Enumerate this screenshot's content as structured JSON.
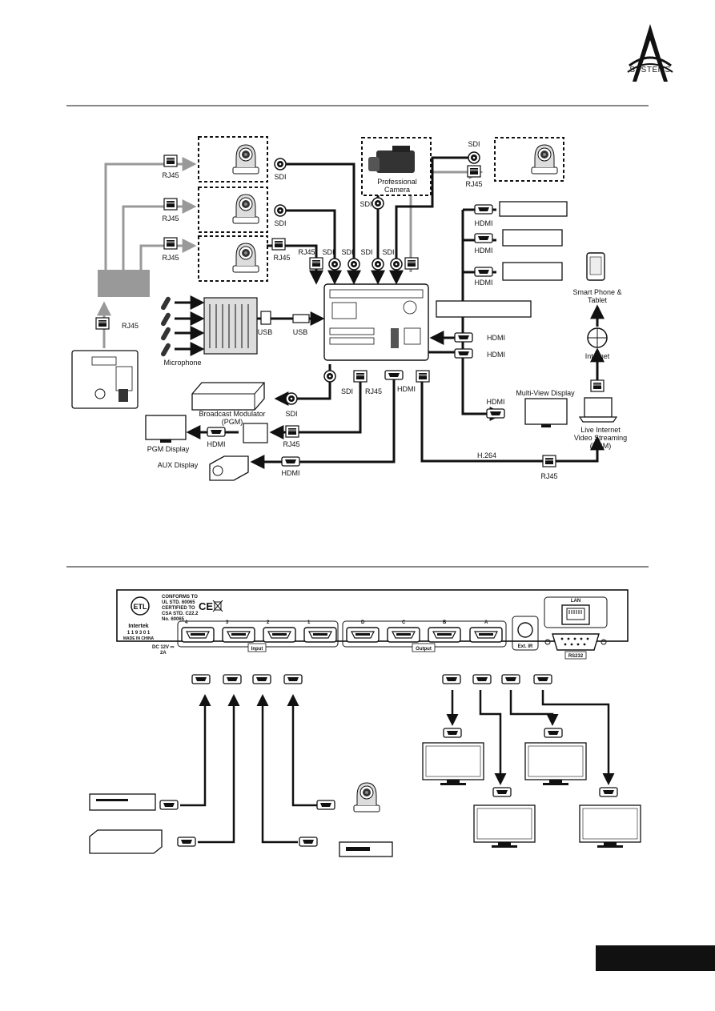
{
  "logo": {
    "text": "SYSTEMS"
  },
  "diagram": {
    "rj45": "RJ45",
    "sdi": "SDI",
    "hdmi": "HDMI",
    "usb": "USB",
    "h264": "H.264",
    "professional_camera": "Professional\nCamera",
    "microphone": "Microphone",
    "broadcast_modulator": "Broadcast Modulator\n(PGM)",
    "pgm_display": "PGM Display",
    "aux_display": "AUX Display",
    "smart_phone": "Smart Phone &\nTablet",
    "internet": "Internet",
    "multiview": "Multi-View Display",
    "live_streaming": "Live Internet\nVideo Streaming\n(PGM)"
  },
  "rear_panel": {
    "cert_lines": [
      "CONFORMS TO",
      "UL STD. 60065",
      "CERTIFIED TO",
      "CSA STD. C22.2",
      "No. 60065"
    ],
    "intertek": "Intertek",
    "intertek_num": "1 1 9 3 0 1",
    "made_in": "MADE IN CHINA",
    "power": "DC 12V ⎓",
    "power_amp": "2A",
    "input_label": "Input",
    "output_label": "Output",
    "input_nums": [
      "4",
      "3",
      "2",
      "1"
    ],
    "output_letters": [
      "D",
      "C",
      "B",
      "A"
    ],
    "ext_ir": "Ext. IR",
    "lan": "LAN",
    "rs232": "RS232",
    "ce": "CE"
  }
}
